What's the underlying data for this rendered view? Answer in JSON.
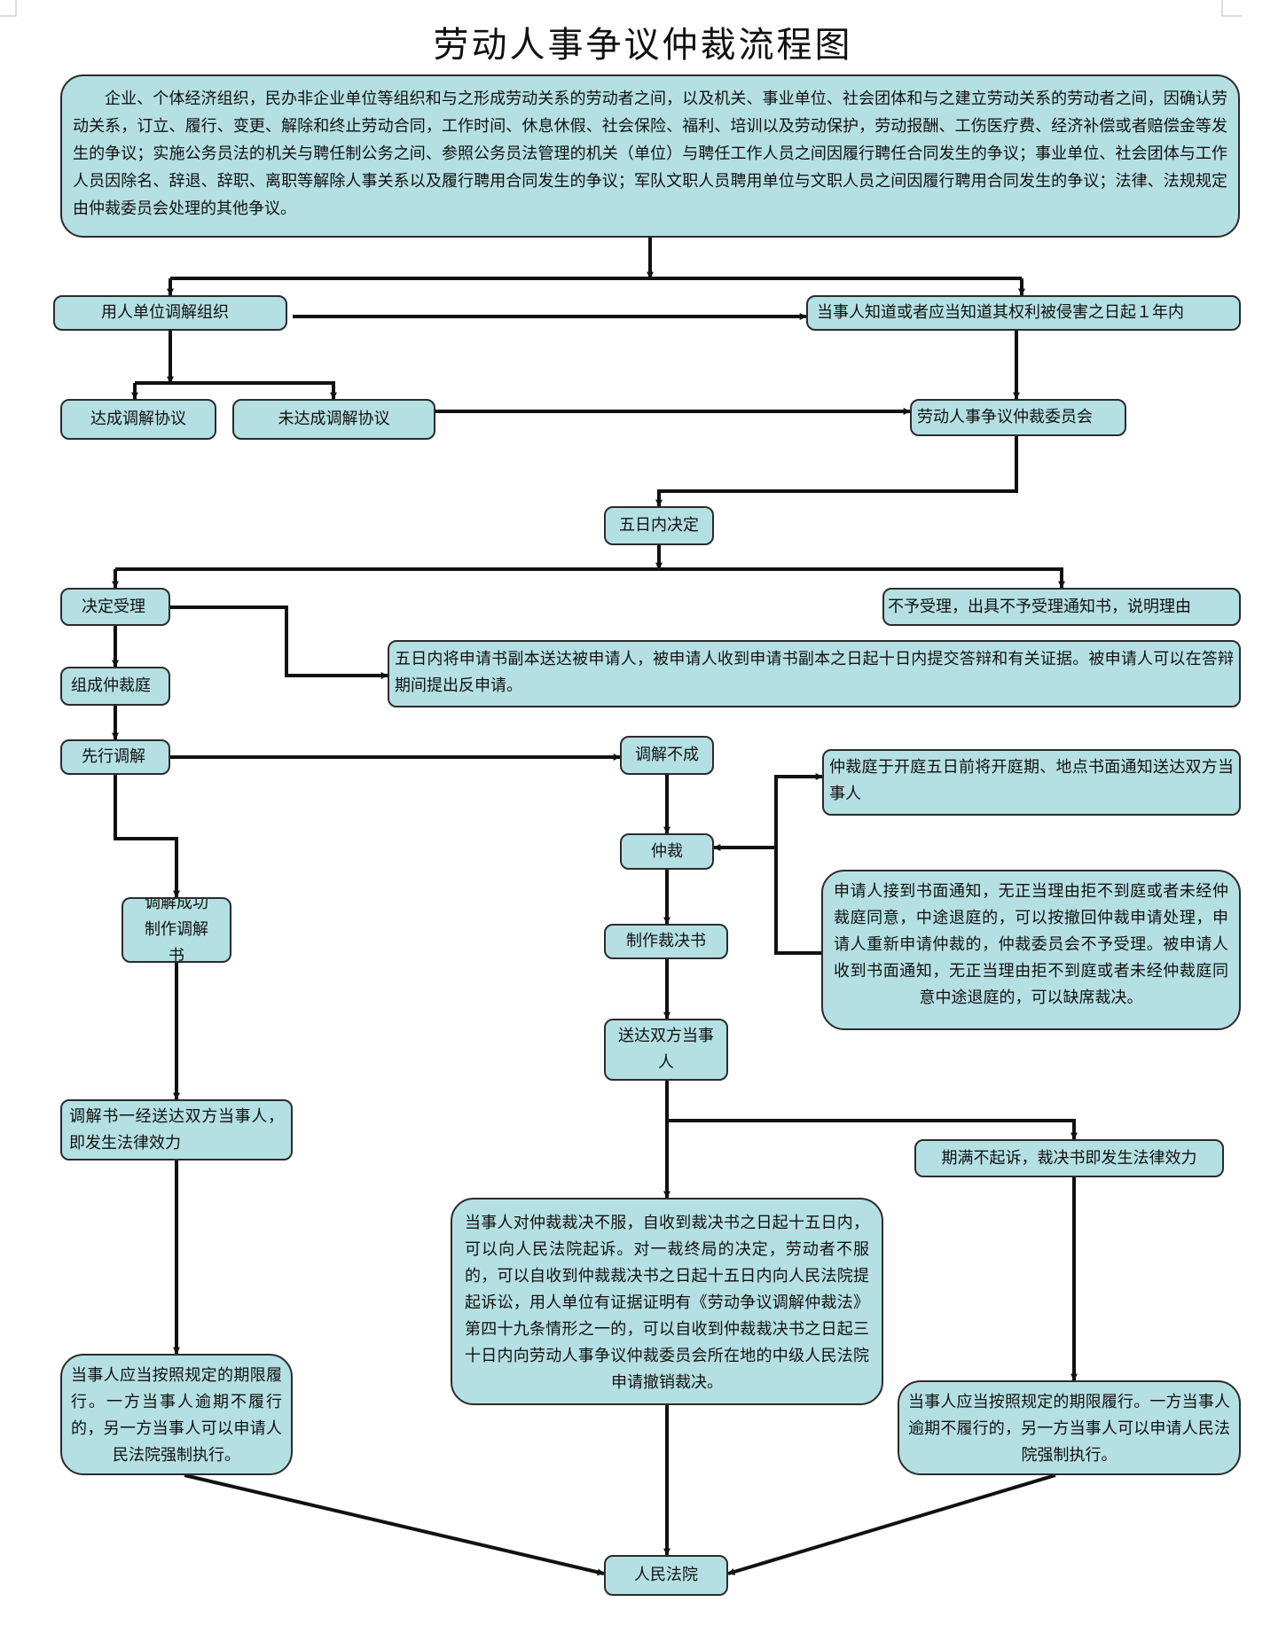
{
  "title": "劳动人事争议仲裁流程图",
  "nodes": {
    "scope": "企业、个体经济组织，民办非企业单位等组织和与之形成劳动关系的劳动者之间，以及机关、事业单位、社会团体和与之建立劳动关系的劳动者之间，因确认劳动关系，订立、履行、变更、解除和终止劳动合同，工作时间、休息休假、社会保险、福利、培训以及劳动保护，劳动报酬、工伤医疗费、经济补偿或者赔偿金等发生的争议；实施公务员法的机关与聘任制公务之间、参照公务员法管理的机关（单位）与聘任工作人员之间因履行聘任合同发生的争议；事业单位、社会团体与工作人员因除名、辞退、辞职、离职等解除人事关系以及履行聘用合同发生的争议；军队文职人员聘用单位与文职人员之间因履行聘用合同发生的争议；法律、法规规定由仲裁委员会处理的其他争议。",
    "employer_mediation": "用人单位调解组织",
    "time_limit": "当事人知道或者应当知道其权利被侵害之日起１年内",
    "mediation_agreement": "达成调解协议",
    "no_mediation_agreement": "未达成调解协议",
    "committee": "劳动人事争议仲裁委员会",
    "five_days_decision": "五日内决定",
    "accept": "决定受理",
    "reject": "不予受理，出具不予受理通知书，说明理由",
    "serve_copy": "五日内将申请书副本送达被申请人，被申请人收到申请书副本之日起十日内提交答辩和有关证据。被申请人可以在答辩期间提出反申请。",
    "form_tribunal": "组成仲裁庭",
    "pre_mediation": "先行调解",
    "mediation_failed": "调解不成",
    "hearing_notice": "仲裁庭于开庭五日前将开庭期、地点书面通知送达双方当事人",
    "arbitration": "仲裁",
    "absence_rules": "申请人接到书面通知，无正当理由拒不到庭或者未经仲裁庭同意，中途退庭的，可以按撤回仲裁申请处理，申请人重新申请仲裁的，仲裁委员会不予受理。被申请人收到书面通知，无正当理由拒不到庭或者未经仲裁庭同意中途退庭的，可以缺席裁决。",
    "mediation_success": "调解成功制作调解书",
    "make_award": "制作裁决书",
    "serve_parties": "送达双方当事人",
    "mediation_effect": "调解书一经送达双方当事人，即发生法律效力",
    "award_effect": "期满不起诉，裁决书即发生法律效力",
    "appeal": "当事人对仲裁裁决不服，自收到裁决书之日起十五日内，可以向人民法院起诉。对一裁终局的决定，劳动者不服的，可以自收到仲裁裁决书之日起十五日内向人民法院提起诉讼，用人单位有证据证明有《劳动争议调解仲裁法》第四十九条情形之一的，可以自收到仲裁裁决书之日起三十日内向劳动人事争议仲裁委员会所在地的中级人民法院申请撤销裁决。",
    "perform_left": "当事人应当按照规定的期限履行。一方当事人逾期不履行的，另一方当事人可以申请人民法院强制执行。",
    "perform_right": "当事人应当按照规定的期限履行。一方当事人逾期不履行的，另一方当事人可以申请人民法院强制执行。",
    "court": "人民法院"
  }
}
